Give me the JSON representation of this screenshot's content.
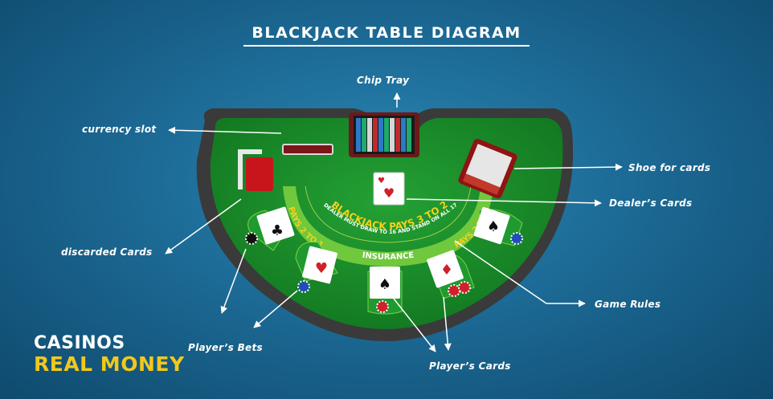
{
  "title": "BLACKJACK TABLE DIAGRAM",
  "labels": {
    "chip_tray": "Chip Tray",
    "currency_slot": "currency slot",
    "shoe": "Shoe for cards",
    "dealers_cards": "Dealer’s Cards",
    "discarded_cards": "discarded Cards",
    "game_rules": "Game Rules",
    "players_bets": "Player’s Bets",
    "players_cards": "Player’s Cards"
  },
  "table_text": {
    "blackjack_pays": "BLACKJACK PAYS 3 TO 2",
    "dealer_rule": "DEALER MUST DRAW TO 16 AND STAND ON ALL 17",
    "pays_left": "PAYS 2 TO 1",
    "pays_right": "PAYS 2 TO 1",
    "insurance": "INSURANCE"
  },
  "logo": {
    "line1": "CASINOS",
    "line2": "REAL MONEY"
  },
  "colors": {
    "felt": "#1b8a2a",
    "rail": "#3e3e3e",
    "gold_text": "#f2d21c",
    "accent_yellow": "#f2c81c"
  }
}
